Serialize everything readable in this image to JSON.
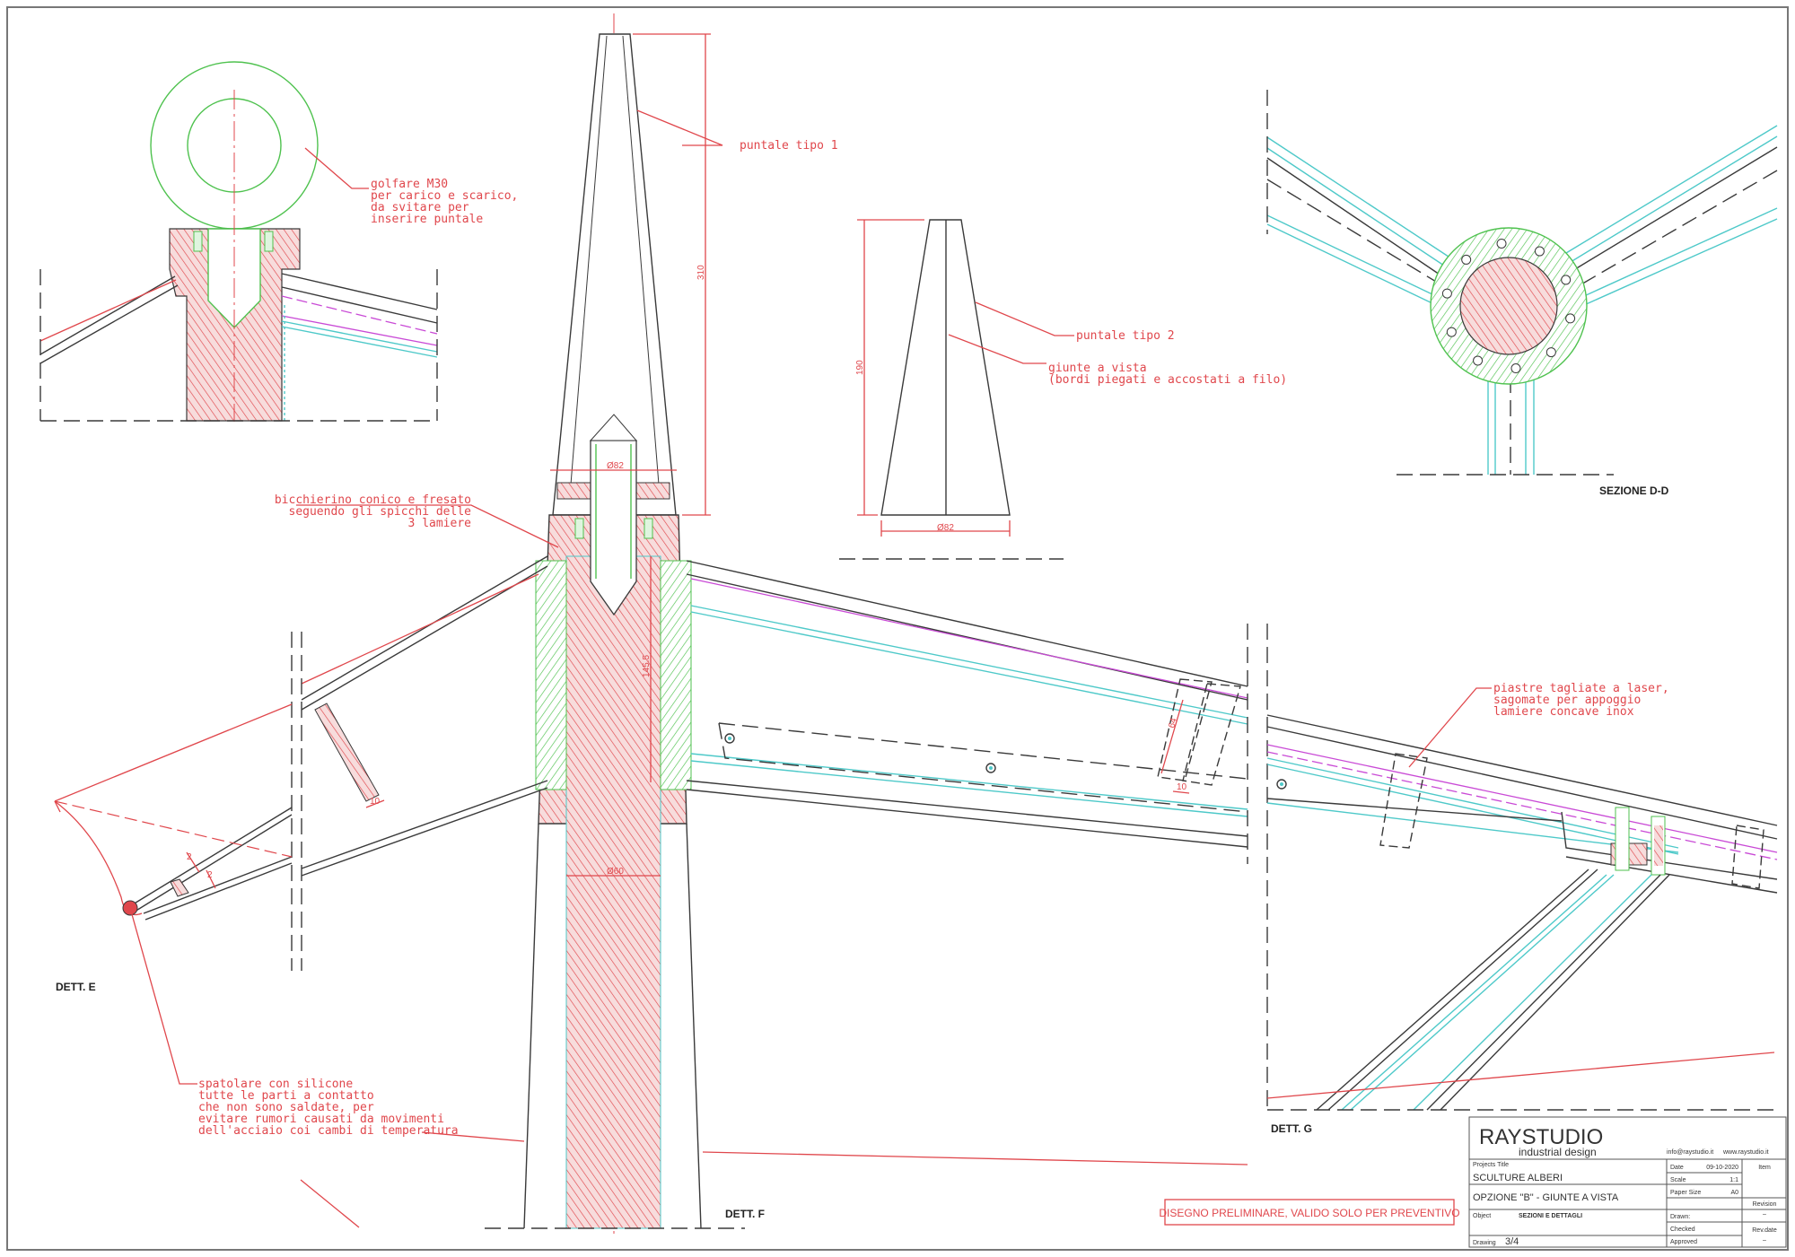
{
  "annotations": {
    "golfare": [
      "golfare M30",
      "per carico e scarico,",
      "da svitare per",
      "inserire puntale"
    ],
    "puntale_1": "puntale tipo 1",
    "puntale_2": "puntale tipo 2",
    "giunte": [
      "giunte a vista",
      "(bordi piegati e accostati a filo)"
    ],
    "bicchierino": [
      "bicchierino conico e fresato",
      "seguendo gli spicchi delle",
      "3 lamiere"
    ],
    "piastre": [
      "piastre tagliate a laser,",
      "sagomate per appoggio",
      "lamiere concave inox"
    ],
    "spatolare": [
      "spatolare con silicone",
      "tutte le parti a contatto",
      "che non sono saldate, per",
      "evitare rumori causati da movimenti",
      "dell'acciaio coi cambi di temperatura"
    ]
  },
  "dimensions": {
    "height_tipo1": "310",
    "height_tipo2": "190",
    "dia_top": "Ø82",
    "dia_tipo2": "Ø82",
    "socket_depth": "145.5",
    "dia_pole": "Ø60",
    "plate_len": "64",
    "plate_thk": "10",
    "strip_thk": "10",
    "gap_a": "2",
    "gap_b": "2"
  },
  "detail_labels": {
    "dett_e": "DETT. E",
    "dett_f": "DETT. F",
    "dett_g": "DETT. G",
    "sezione_dd": "SEZIONE D-D"
  },
  "notice": "DISEGNO PRELIMINARE, VALIDO SOLO PER PREVENTIVO",
  "title_block": {
    "company": "RAYSTUDIO",
    "tagline": "industrial design",
    "email": "info@raystudio.it",
    "website": "www.raystudio.it",
    "project_label": "Projects Title",
    "project": "SCULTURE ALBERI",
    "subtitle": "OPZIONE \"B\" - GIUNTE A VISTA",
    "object_label": "Object",
    "object": "SEZIONI E DETTAGLI",
    "drawing_label": "Drawing",
    "drawing": "3/4",
    "date_label": "Date",
    "date": "09-10-2020",
    "scale_label": "Scale",
    "scale": "1:1",
    "paper_label": "Paper Size",
    "paper": "A0",
    "item_label": "Item",
    "revision_label": "Revision",
    "revision": "–",
    "drawn_label": "Drawn:",
    "checked_label": "Checked",
    "approved_label": "Approved",
    "rev_date_label": "Rev.date",
    "rev_date": "–"
  },
  "colors": {
    "red": "#e0474c",
    "green": "#4fc24f",
    "cyan": "#4ec9c9",
    "magenta": "#c94ad6"
  }
}
